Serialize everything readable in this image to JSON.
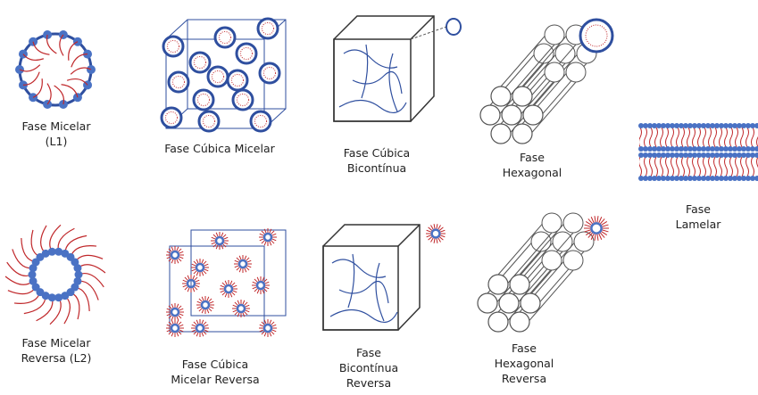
{
  "labels": {
    "micellar_l1": {
      "line1": "Fase Micelar",
      "line2": "(L1)"
    },
    "cubic_micellar": {
      "line1": "Fase Cúbica Micelar"
    },
    "cubic_bicontinuous": {
      "line1": "Fase Cúbica",
      "line2": "Bicontínua"
    },
    "hexagonal": {
      "line1": "Fase",
      "line2": "Hexagonal"
    },
    "lamellar": {
      "line1": "Fase",
      "line2": "Lamelar"
    },
    "micellar_reverse": {
      "line1": "Fase Micelar",
      "line2": "Reversa (L2)"
    },
    "cubic_micellar_reverse": {
      "line1": "Fase Cúbica",
      "line2": "Micelar Reversa"
    },
    "cubic_bicontinuous_reverse": {
      "line1": "Fase",
      "line2": "Bicontínua",
      "line3": "Reversa"
    },
    "hexagonal_reverse": {
      "line1": "Fase",
      "line2": "Hexagonal",
      "line3": "Reversa"
    }
  },
  "colors": {
    "head": "#4a72c4",
    "tail": "#c0282b",
    "outline": "#555555",
    "ring": "#2f4f9f"
  }
}
